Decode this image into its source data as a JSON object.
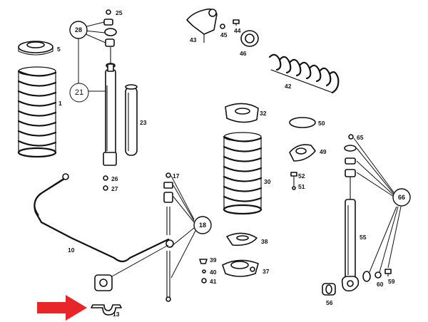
{
  "diagram": {
    "callouts": [
      {
        "id": "c28",
        "label": "28"
      },
      {
        "id": "c21",
        "label": "21"
      },
      {
        "id": "c18",
        "label": "18"
      },
      {
        "id": "c66",
        "label": "66"
      }
    ],
    "part_numbers": {
      "p1": "1",
      "p5": "5",
      "p10": "10",
      "p13": "13",
      "p17": "17",
      "p23": "23",
      "p25": "25",
      "p26": "26",
      "p27": "27",
      "p30": "30",
      "p32": "32",
      "p37": "37",
      "p38": "38",
      "p39": "39",
      "p40": "40",
      "p41": "41",
      "p42": "42",
      "p43": "43",
      "p44": "44",
      "p45": "45",
      "p46": "46",
      "p49": "49",
      "p50": "50",
      "p51": "51",
      "p52": "52",
      "p55": "55",
      "p56": "56",
      "p59": "59",
      "p60": "60",
      "p65": "65"
    },
    "highlight_arrow_color": "#e8262a",
    "highlight_target": "13"
  }
}
